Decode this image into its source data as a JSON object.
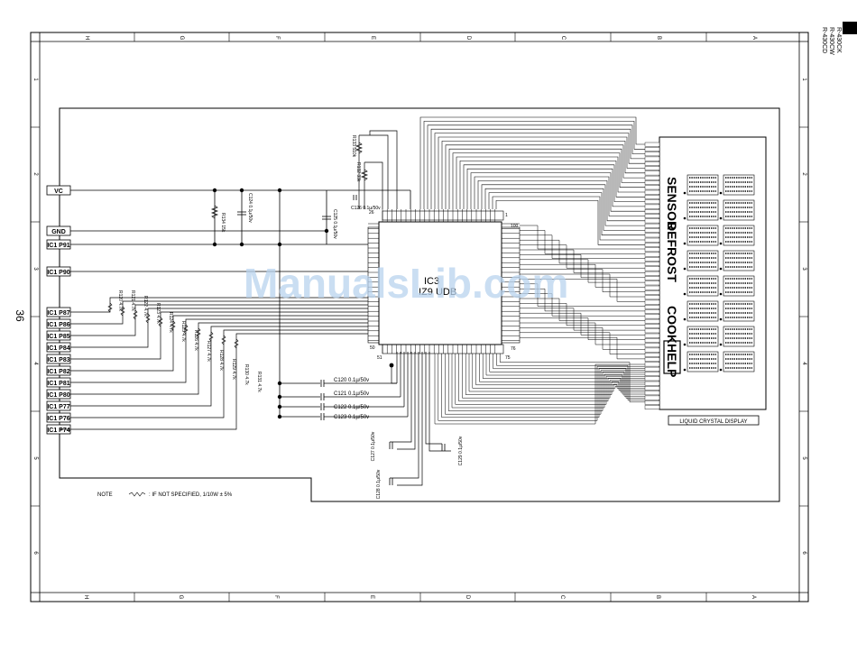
{
  "page": {
    "page_number": "36",
    "models": [
      "R-430CK",
      "R-430CW",
      "R-430CD"
    ],
    "watermark": "ManualsLib.com",
    "grid_letters": [
      "H",
      "G",
      "F",
      "E",
      "D",
      "C",
      "B",
      "A"
    ],
    "grid_numbers": [
      "1",
      "2",
      "3",
      "4",
      "5",
      "6"
    ],
    "note_label": "NOTE",
    "note_text": ": IF NOT SPECIFIED, 1/10W ± 5%"
  },
  "connectors": [
    {
      "label": "VC"
    },
    {
      "label": "GND"
    },
    {
      "label": "IC1 P91"
    },
    {
      "label": "IC1 P90"
    },
    {
      "label": "IC1 P87"
    },
    {
      "label": "IC1 P86"
    },
    {
      "label": "IC1 P85"
    },
    {
      "label": "IC1 P84"
    },
    {
      "label": "IC1 P83"
    },
    {
      "label": "IC1 P82"
    },
    {
      "label": "IC1 P81"
    },
    {
      "label": "IC1 P80"
    },
    {
      "label": "IC1 P77"
    },
    {
      "label": "IC1 P76"
    },
    {
      "label": "IC1 P74"
    }
  ],
  "resistors": [
    {
      "label": "R134 15k"
    },
    {
      "label": "R133 510k"
    },
    {
      "label": "R132 33k"
    },
    {
      "label": "R120 4.7k"
    },
    {
      "label": "R121 4.7k"
    },
    {
      "label": "R122 4.7k"
    },
    {
      "label": "R123 4.7k"
    },
    {
      "label": "R124 4.7k"
    },
    {
      "label": "R125 4.7k"
    },
    {
      "label": "R126 4.7k"
    },
    {
      "label": "R127 4.7k"
    },
    {
      "label": "R128 4.7k"
    },
    {
      "label": "R129 4.7k"
    },
    {
      "label": "R130 4.7k"
    },
    {
      "label": "R131 4.7k"
    }
  ],
  "capacitors": [
    {
      "label": "C124 0.1µ/50v"
    },
    {
      "label": "C125 0.1µ/50v"
    },
    {
      "label": "C126 0.1µ/50v"
    },
    {
      "label": "C120 0.1µ/50v"
    },
    {
      "label": "C121 0.1µ/50v"
    },
    {
      "label": "C122 0.1µ/50v"
    },
    {
      "label": "C123 0.1µ/50v"
    },
    {
      "label": "C127 0.1µ/50v"
    },
    {
      "label": "C128 0.1µ/50v"
    },
    {
      "label": "C129 0.1µ/50v"
    }
  ],
  "ic": {
    "name": "IC3",
    "part": "IZ9 UDB",
    "pin_labels": [
      "26",
      "1",
      "100",
      "50",
      "51",
      "75",
      "76"
    ]
  },
  "lcd": {
    "words": [
      "SENSOR",
      "DEFROST",
      "COOK",
      "HELP"
    ],
    "caption": "LIQUID CRYSTAL DISPLAY"
  }
}
